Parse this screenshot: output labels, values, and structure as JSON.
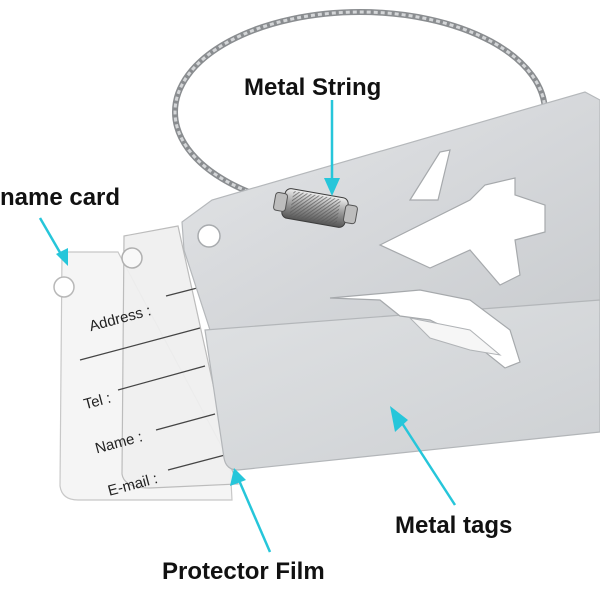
{
  "labels": {
    "metal_string": "Metal String",
    "name_card": "name card",
    "metal_tags": "Metal tags",
    "protector_film": "Protector Film"
  },
  "card_fields": {
    "address": "Address :",
    "tel": "Tel :",
    "name": "Name :",
    "email": "E-mail :"
  },
  "colors": {
    "arrow": "#26c6da",
    "metal_tag": "#d7d9dc",
    "card": "#f7f7f7",
    "text": "#111111"
  },
  "icons": {
    "airplane_cutout": "airplane-icon"
  }
}
